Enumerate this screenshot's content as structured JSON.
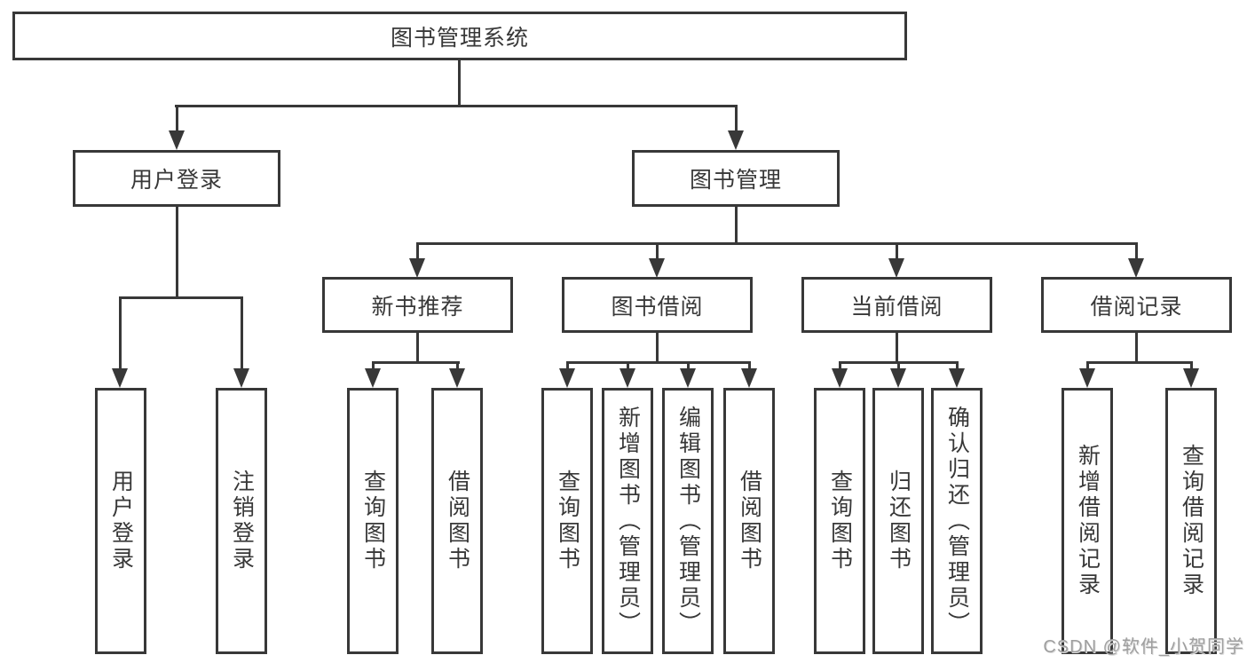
{
  "diagram": {
    "root": {
      "label": "图书管理系统"
    },
    "level2": [
      {
        "label": "用户登录",
        "children": [
          {
            "label": "用户登录"
          },
          {
            "label": "注销登录"
          }
        ]
      },
      {
        "label": "图书管理",
        "children": [
          {
            "label": "新书推荐",
            "children": [
              {
                "label": "查询图书"
              },
              {
                "label": "借阅图书"
              }
            ]
          },
          {
            "label": "图书借阅",
            "children": [
              {
                "label": "查询图书"
              },
              {
                "label": "新增图书（管理员）"
              },
              {
                "label": "编辑图书（管理员）"
              },
              {
                "label": "借阅图书"
              }
            ]
          },
          {
            "label": "当前借阅",
            "children": [
              {
                "label": "查询图书"
              },
              {
                "label": "归还图书"
              },
              {
                "label": "确认归还（管理员）"
              }
            ]
          },
          {
            "label": "借阅记录",
            "children": [
              {
                "label": "新增借阅记录"
              },
              {
                "label": "查询借阅记录"
              }
            ]
          }
        ]
      }
    ],
    "watermark": "CSDN @软件_小贺同学",
    "colors": {
      "line": "#383838",
      "text": "#383838",
      "background": "#ffffff",
      "watermark": "#9f9f9f"
    }
  }
}
